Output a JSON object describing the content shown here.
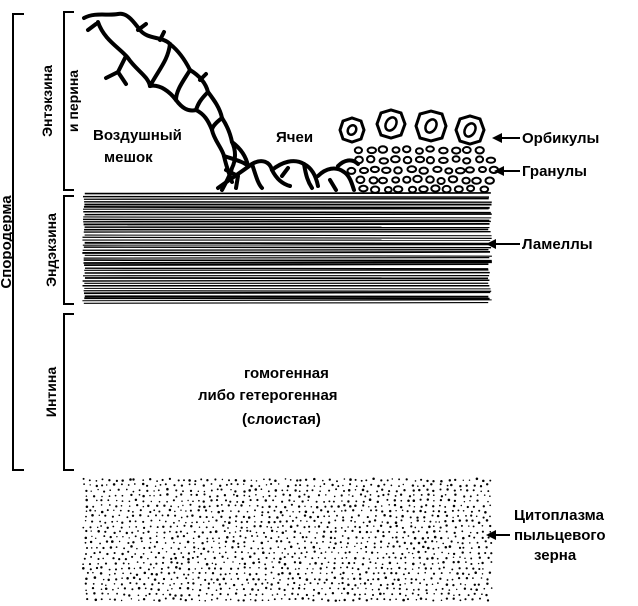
{
  "labels": {
    "sporoderma": "Спородерма",
    "entexina_line1": "Энтэкзина",
    "entexina_line2": "и перина",
    "endexina": "Эндэкзина",
    "intina": "Интина",
    "air_sac_line1": "Воздушный",
    "air_sac_line2": "мешок",
    "cells": "Ячеи",
    "orbicules": "Орбикулы",
    "granules": "Гранулы",
    "lamellae": "Ламеллы",
    "intine_text_line1": "гомогенная",
    "intine_text_line2": "либо гетерогенная",
    "intine_text_line3": "(слоистая)",
    "cytoplasm_line1": "Цитоплазма",
    "cytoplasm_line2": "пыльцевого",
    "cytoplasm_line3": "зерна"
  },
  "colors": {
    "ink": "#000000",
    "paper": "#ffffff"
  }
}
